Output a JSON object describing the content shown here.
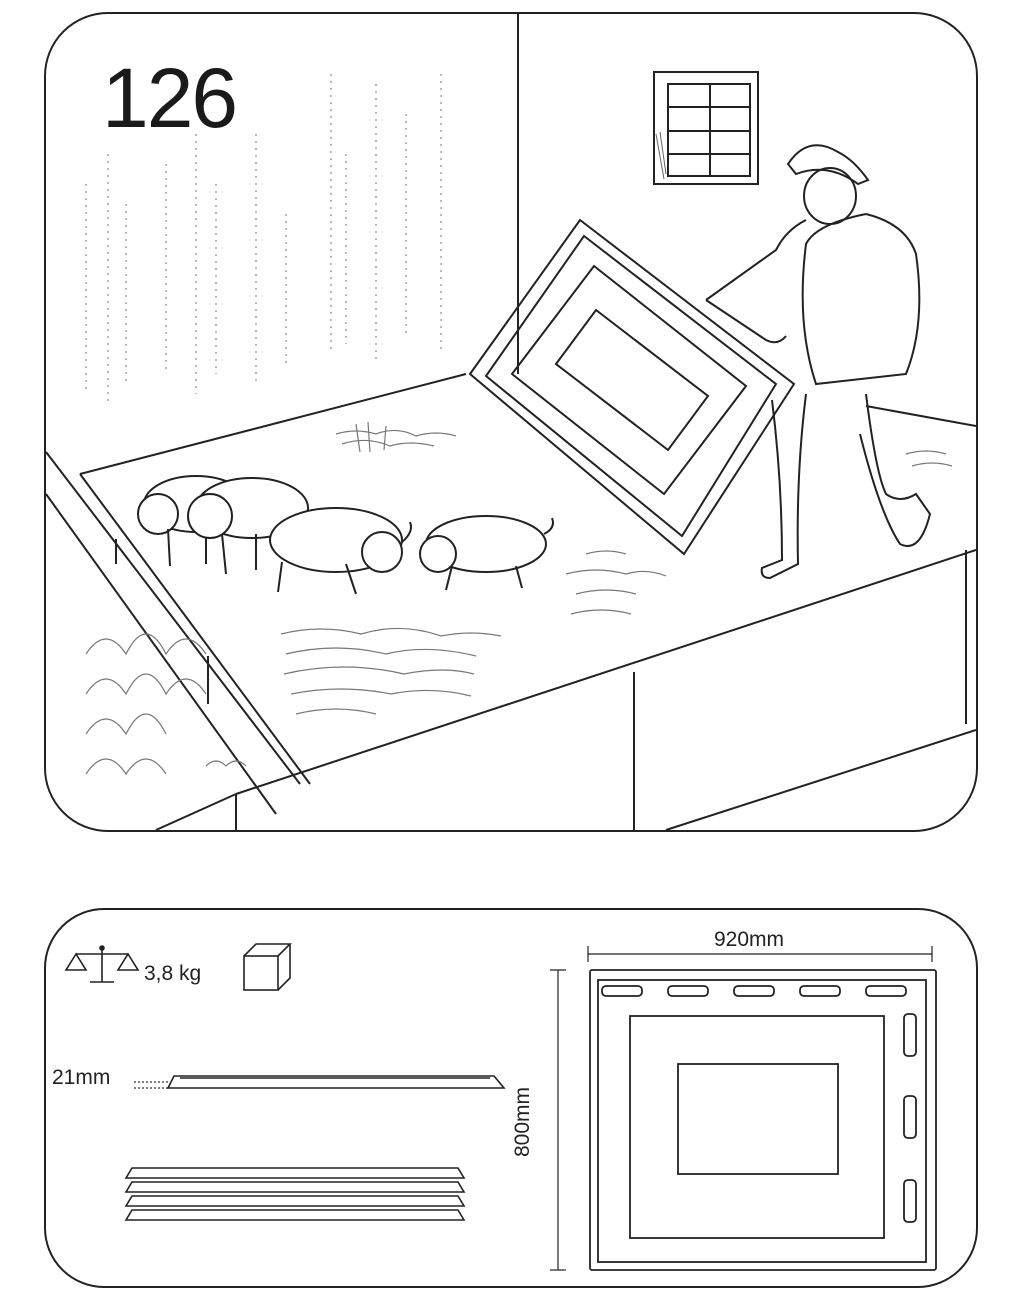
{
  "illustration": {
    "item_number": "126",
    "scene": {
      "people": [
        "farmer-figure"
      ],
      "animals": [
        "pig",
        "pig",
        "pig",
        "pig"
      ],
      "objects": [
        "pen-board",
        "window",
        "straw",
        "pen-walls"
      ]
    }
  },
  "specs": {
    "weight": "3,8 kg",
    "weight_icon": "scale-icon",
    "package_icon": "box-icon",
    "thickness": "21mm",
    "width": "920mm",
    "height": "800mm"
  }
}
